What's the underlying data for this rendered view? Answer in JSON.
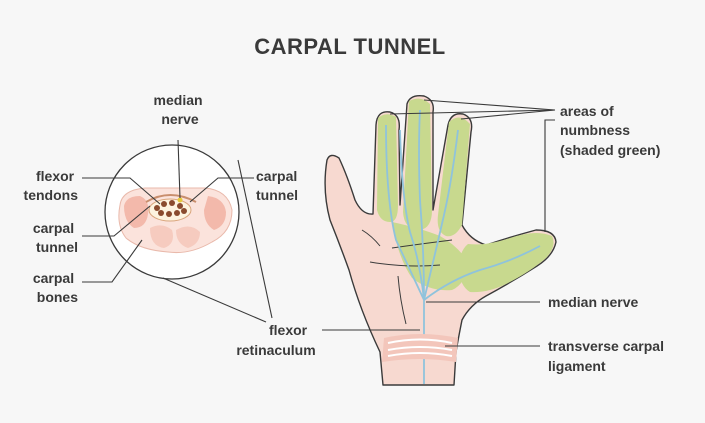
{
  "title": "CARPAL TUNNEL",
  "labels": {
    "median_nerve_line1": "median",
    "median_nerve_line2": "nerve",
    "flexor_tendons_line1": "flexor",
    "flexor_tendons_line2": "tendons",
    "carpal_tunnel_right_line1": "carpal",
    "carpal_tunnel_right_line2": "tunnel",
    "carpal_tunnel_left_line1": "carpal",
    "carpal_tunnel_left_line2": "tunnel",
    "carpal_bones_line1": "carpal",
    "carpal_bones_line2": "bones",
    "flexor_retinaculum_line1": "flexor",
    "flexor_retinaculum_line2": "retinaculum",
    "areas_of_numbness_line1": "areas of",
    "areas_of_numbness_line2": "numbness",
    "areas_of_numbness_line3": "(shaded green)",
    "median_nerve_hand": "median nerve",
    "transverse_ligament_line1": "transverse carpal",
    "transverse_ligament_line2": "ligament"
  },
  "colors": {
    "skin": "#f7d9d0",
    "skin_outline": "#3a3a3a",
    "numbness_green": "#c8d98e",
    "nerve_blue": "#8fc3dc",
    "bone_pink": "#f3b9ab",
    "tendon_brown": "#8a4b2e"
  }
}
